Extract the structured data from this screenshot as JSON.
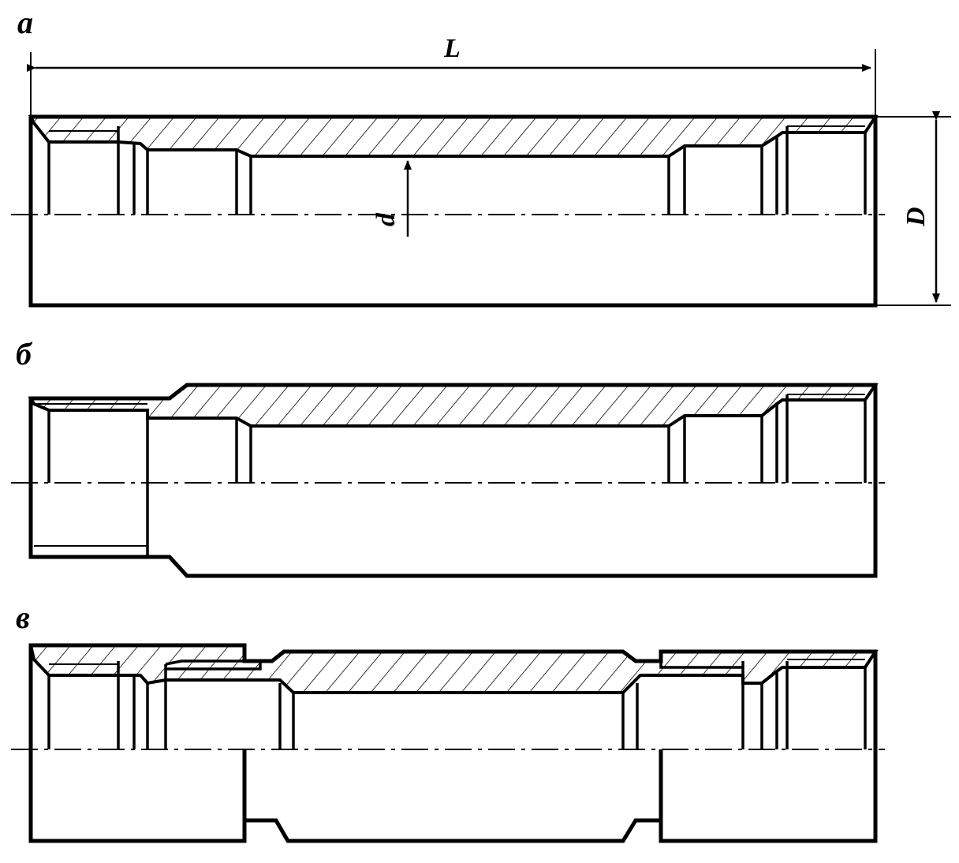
{
  "figures": [
    {
      "key": "a",
      "label": "а"
    },
    {
      "key": "b",
      "label": "б"
    },
    {
      "key": "c",
      "label": "в"
    }
  ],
  "dimensions": {
    "length": "L",
    "outer_diameter": "D",
    "inner_diameter": "d"
  }
}
